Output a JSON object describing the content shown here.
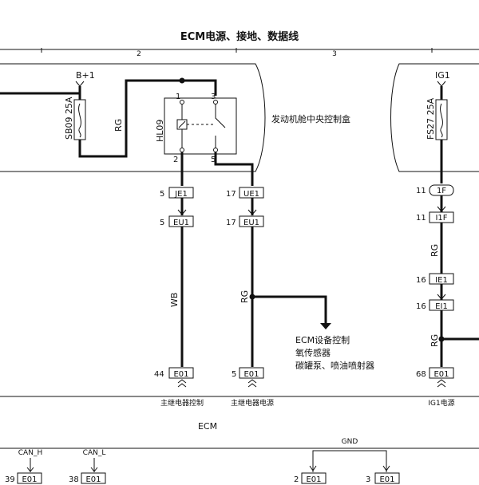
{
  "title": "ECM电源、接地、数据线",
  "zones": [
    "2",
    "3"
  ],
  "power": {
    "bplus": "B+1",
    "ig1": "IG1",
    "fuse_left": "SB09 25A",
    "fuse_right": "FS27 25A"
  },
  "relay": {
    "name": "HL09",
    "pins": [
      "1",
      "3",
      "2",
      "5"
    ]
  },
  "box_label": "发动机舱中央控制盒",
  "wires": {
    "rg": "RG",
    "wb": "WB"
  },
  "connectors": {
    "je1": {
      "pin": "5",
      "name": "JE1"
    },
    "ue1": {
      "pin": "17",
      "name": "UE1"
    },
    "eu1_left": {
      "pin": "5",
      "name": "EU1"
    },
    "eu1_right": {
      "pin": "17",
      "name": "EU1"
    },
    "c1f": {
      "pin": "11",
      "name": "1F"
    },
    "i1f": {
      "pin": "11",
      "name": "I1F"
    },
    "ie1": {
      "pin": "16",
      "name": "IE1"
    },
    "ei1": {
      "pin": "16",
      "name": "EI1"
    },
    "e01_44": {
      "pin": "44",
      "name": "E01"
    },
    "e01_5": {
      "pin": "5",
      "name": "E01"
    },
    "e01_68": {
      "pin": "68",
      "name": "E01"
    },
    "e01_39": {
      "pin": "39",
      "name": "E01"
    },
    "e01_38": {
      "pin": "38",
      "name": "E01"
    },
    "e01_2": {
      "pin": "2",
      "name": "E01"
    },
    "e01_3": {
      "pin": "3",
      "name": "E01"
    }
  },
  "branch_labels": [
    "ECM设备控制",
    "氧传感器",
    "碳罐泵、喷油喷射器"
  ],
  "ecm_signals": {
    "relay_control": "主继电器控制",
    "relay_power": "主继电器电源",
    "ig1_power": "IG1电源"
  },
  "ecm_label": "ECM",
  "can_h": "CAN_H",
  "can_l": "CAN_L",
  "gnd": "GND"
}
